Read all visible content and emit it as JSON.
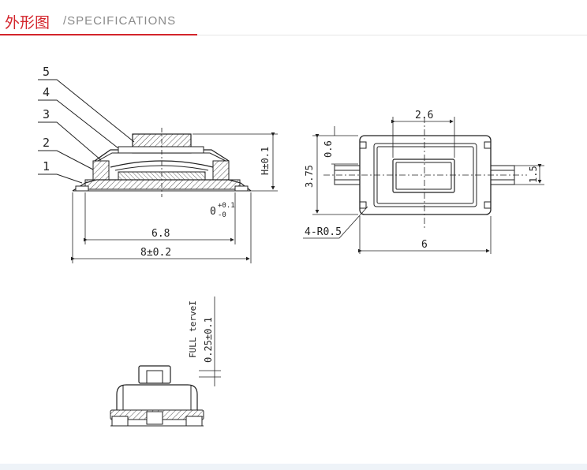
{
  "header": {
    "title_cn": "外形图",
    "title_en": "/SPECIFICATIONS",
    "accent_color": "#d3242b"
  },
  "side_view": {
    "callouts": [
      "5",
      "4",
      "3",
      "2",
      "1"
    ],
    "height_label": "H±0.1",
    "tolerance_label": "0",
    "tolerance_upper": "+0.1",
    "tolerance_lower": "-0",
    "inner_width_label": "6.8",
    "outer_width_label": "8±0.2"
  },
  "top_view": {
    "button_width_label": "2.6",
    "offset_label": "0.6",
    "body_height_label": "3.75",
    "terminal_label": "1.5",
    "radius_label": "4-R0.5",
    "body_width_label": "6"
  },
  "detail_view": {
    "level_label": "FULL terveI",
    "tolerance_label": "0.25±0.1"
  }
}
